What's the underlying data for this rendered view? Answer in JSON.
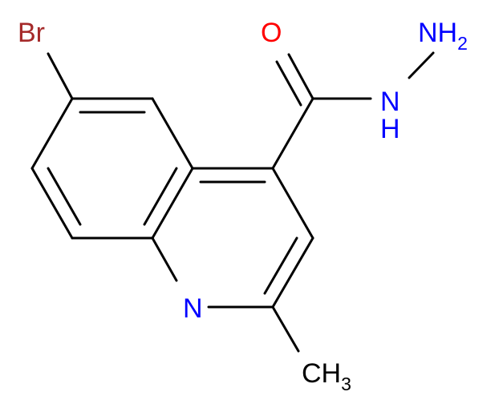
{
  "molecule": {
    "atoms": {
      "br": {
        "text": "Br",
        "color": "#a52a2a"
      },
      "o": {
        "text": "O",
        "color": "#ff0000"
      },
      "nh2_n": {
        "text": "NH",
        "sub": "2",
        "color": "#0000ff"
      },
      "nh_n": {
        "text": "N",
        "color": "#0000ff"
      },
      "nh_h": {
        "text": "H",
        "color": "#0000ff"
      },
      "ring_n": {
        "text": "N",
        "color": "#0000ff"
      },
      "ch3": {
        "text": "CH",
        "sub": "3",
        "color": "#000000"
      }
    },
    "bond_color": "#000000"
  }
}
